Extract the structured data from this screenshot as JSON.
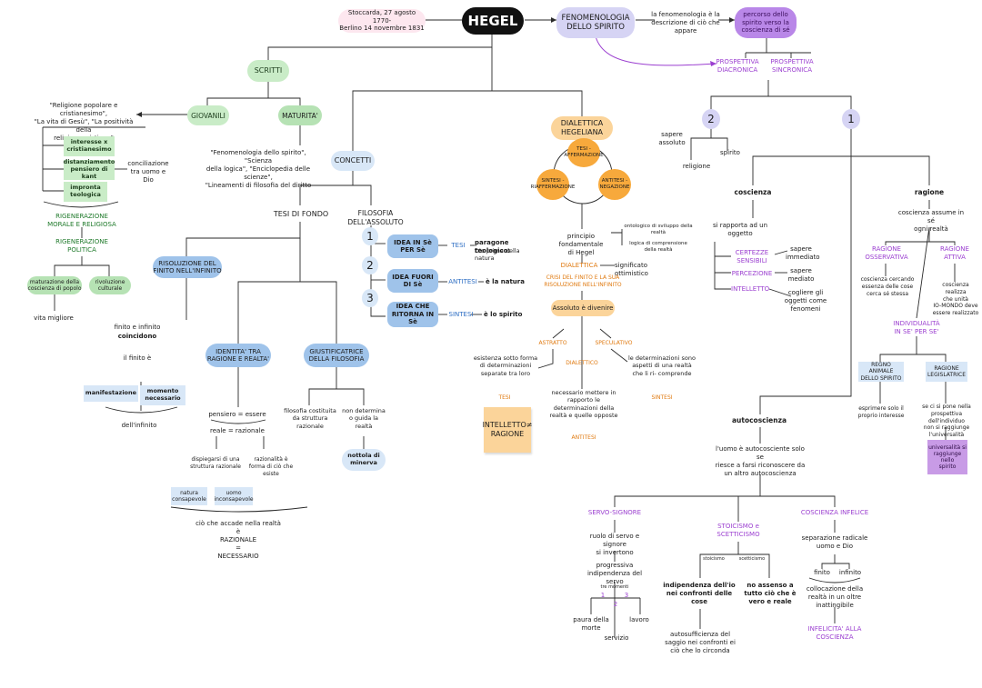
{
  "title": "HEGEL",
  "dates": "Stoccarda, 27 agosto 1770-\nBerlino 14 novembre 1831",
  "fenomenologia": {
    "title": "FENOMENOLOGIA\nDELLO SPIRITO",
    "desc": "la fenomenologia è la\ndescrizione di ciò che\nappare",
    "percorso": "percorso dello\nspirito verso la\ncoscienza di sé",
    "prosp_diac": "PROSPETTIVA\nDIACRONICA",
    "prosp_sinc": "PROSPETTIVA\nSINCRONICA",
    "num2": "2",
    "num1": "1",
    "sapere_assoluto": "sapere\nassoluto",
    "spirito": "spirito",
    "religione": "religione",
    "coscienza": "coscienza",
    "ragione": "ragione",
    "rapporto_oggetto": "si rapporta ad un\noggetto",
    "certezze": "CERTEZZE\nSENSIBILI",
    "sapere_immediato": "sapere\nimmediato",
    "percezione": "PERCEZIONE",
    "sapere_mediato": "sapere\nmediato",
    "intelletto": "INTELLETTO",
    "cogliere": "cogliere gli\noggetti come\nfenomeni",
    "coscienza_assume": "coscienza assume in sé\nogni realtà",
    "ragione_oss": "RAGIONE\nOSSERVATIVA",
    "ragione_oss_desc": "coscienza cercando\nessenza delle cose\ncerca sé stessa",
    "ragione_att": "RAGIONE\nATTIVA",
    "ragione_att_desc": "coscienza realizza\nche unità\nIO-MONDO deve\nessere realizzato",
    "individualita": "INDIVIDUALITÀ\nIN SE' PER SE'",
    "regno": "REGNO ANIMALE\nDELLO SPIRITO",
    "regno_desc": "esprimere solo il\nproprio interesse",
    "ragione_leg": "RAGIONE\nLEGISLATRICE",
    "ragione_leg_desc": "se ci si pone nella\nprospettiva dell'individuo\nnon si raggiunge\nl'universalità",
    "universalita": "universalità si\nraggiunge nello\nspirito",
    "autocoscienza": "autocoscienza",
    "autocoscienza_desc": "l'uomo è autocosciente solo se\nriesce a farsi riconoscere da\nun altro autocoscienza",
    "servo": "SERVO-SIGNORE",
    "servo_desc": "ruolo di servo e signore\nsi invertono",
    "progressiva": "progressiva\nindipendenza del servo",
    "tre_momenti": "tre momenti",
    "m1": "1",
    "m2": "2",
    "m3": "3",
    "paura": "paura della\nmorte",
    "servizio": "servizio",
    "lavoro": "lavoro",
    "stoicismo": "STOICISMO e\nSCETTICISMO",
    "stoicismo_lbl": "stoicismo",
    "scetticismo_lbl": "scetticismo",
    "indipendenza": "indipendenza dell'io\nnei confronti delle\ncose",
    "autosufficienza": "autosufficienza del\nsaggio nei confronti ei\nciò che lo circonda",
    "assenso": "no assenso a\ntutto ciò che è\nvero e reale",
    "coscienza_inf": "COSCIENZA INFELICE",
    "separazione": "separazione radicale\nuomo e Dio",
    "finito": "finito",
    "infinito": "infinito",
    "collocazione": "collocazione della\nrealtà in un oltre\ninattingibile",
    "infelicita": "INFELICITA' ALLA\nCOSCIENZA"
  },
  "scritti": {
    "title": "SCRITTI",
    "giovanili": "GIOVANILI",
    "maturita": "MATURITA'",
    "giov_works": "\"Religione popolare e cristianesimo\",\n\"La vita di Gesù\", \"La positività della\nreligione cristiana\"",
    "interesse": "interesse x\ncristianesimo",
    "distanziamento": "distanziamento\npensiero di kant",
    "conciliazione": "conciliazione\ntra uomo e Dio",
    "impronta": "impronta\nteologica",
    "rigenerazione_morale": "RIGENERAZIONE\nMORALE E RELIGIOSA",
    "rigenerazione_politica": "RIGENERAZIONE\nPOLITICA",
    "maturazione": "maturazione della\ncoscienza di popolo",
    "rivoluzione": "rivoluzione\nculturale",
    "vita_migliore": "vita migliore",
    "mat_works": "\"Fenomenologia dello spirito\", \"Scienza\ndella logica\", \"Enciclopedia delle scienze\",\n\"Lineamenti di filosofia del diritto"
  },
  "concetti": {
    "title": "CONCETTI",
    "tesi_fondo": "TESI DI FONDO",
    "filosofia_assoluto": "FILOSOFIA\nDELL'ASSOLUTO",
    "risoluzione": "RISOLUZIONE DEL\nFINITO NELL'INFINITO",
    "finito_infinito": "finito e infinito",
    "coincidono": "coincidono",
    "finito_e": "il finito è",
    "manifestazione": "manifestazione",
    "momento": "momento\nnecessario",
    "dellinfinito": "dell'infinito",
    "identita": "IDENTITA' TRA\nRAGIONE E REALTA'",
    "pensiero_essere": "pensiero = essere",
    "reale_razionale": "reale = razionale",
    "dispiegarsi": "dispiegarsi di una\nstruttura razionale",
    "razionalita": "razionalità è\nforma di ciò che\nesiste",
    "natura": "natura\nconsapevole",
    "uomo": "uomo\ninconsapevole",
    "cio_accade": "ciò che accade nella realtà è\nRAZIONALE\n=\nNECESSARIO",
    "giustificatrice": "GIUSTIFICATRICE\nDELLA FILOSOFIA",
    "filosofia_costituita": "filosofia costituita\nda struttura\nrazionale",
    "non_determina": "non determina\no guida la\nrealtà",
    "nottola": "nottola di\nminerva",
    "n1": "1",
    "n2": "2",
    "n3": "3",
    "idea_in_se": "IDEA IN Sè\nPER Sè",
    "idea_fuori": "IDEA FUORI\nDI Sè",
    "idea_ritorna": "IDEA CHE\nRITORNA IN Sè",
    "tesi": "TESI",
    "antitesi": "ANTITESI",
    "sintesi": "SINTESI",
    "paragone": "paragone teologico:",
    "dio_prima": "Dio prima della natura",
    "la_natura": "è la natura",
    "lo_spirito": "è lo spirito"
  },
  "dialettica": {
    "title": "DIALETTICA\nHEGELIANA",
    "tesi": "TESI -\nAFFERMAZIONE",
    "antitesi": "ANTITESI -\nNEGAZIONE",
    "sintesi": "SINTESI -\nRIAFFERMAZIONE",
    "principio": "principio fondamentale\ndi Hegel",
    "ontologico": "ontologico di sviluppo della\nrealtà",
    "logica": "logica di comprensione\ndella realtà",
    "dialettica_lbl": "DIALETTICA",
    "significato": "significato ottimistico",
    "crisi": "CRISI DEL FINITO E LA SUA\nRISOLUZIONE NELL'INFINITO",
    "assoluto": "Assoluto è divenire",
    "astratto": "ASTRATTO",
    "speculativo": "SPECULATIVO",
    "dialettico": "DIALETTICO",
    "esistenza": "esistenza sotto forma\ndi determinazioni\nseparate tra loro",
    "necessario": "necessario mettere in\nrapporto le\ndeterminazioni della\nrealtà e quelle opposte",
    "determinazioni": "le determinazioni sono\naspetti di una realtà\nche li ri- comprende",
    "tesi_lbl": "TESI",
    "antitesi_lbl": "ANTITESI",
    "sintesi_lbl": "SINTESI",
    "intelletto_ragione": "INTELLETTO≠\nRAGIONE"
  }
}
